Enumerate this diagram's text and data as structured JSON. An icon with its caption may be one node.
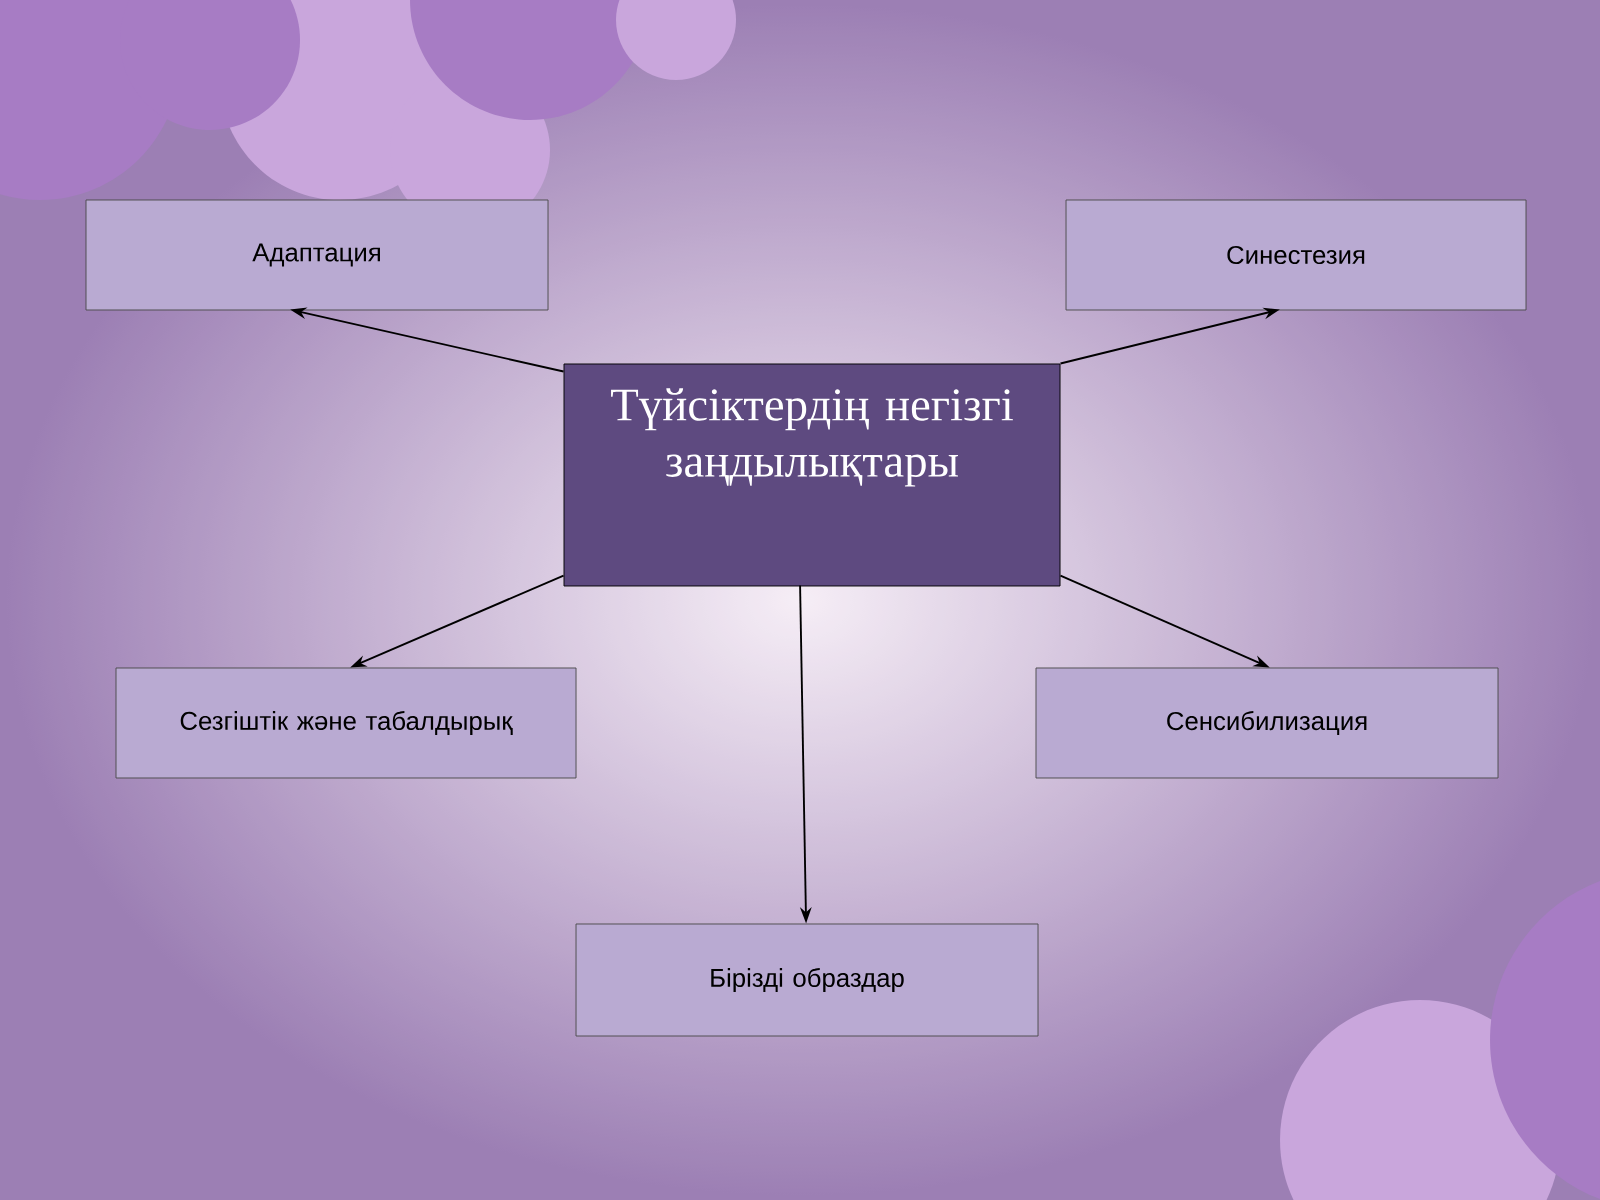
{
  "diagram": {
    "nodes": [
      {
        "text": [
          "Түйсіктердің негізгі заңдылықтары"
        ]
      },
      {
        "text": [
          "Адаптация"
        ]
      },
      {
        "text": [
          "Синестезия"
        ]
      },
      {
        "text": [
          "Сезгіштік және табалдырық"
        ]
      },
      {
        "text": [
          "Сенсибилизация"
        ]
      },
      {
        "text": [
          "Бірізді образдар"
        ]
      }
    ],
    "edges": [
      {
        "from": 0,
        "to": 1,
        "arrow": "to"
      },
      {
        "from": 0,
        "to": 2,
        "arrow": "to"
      },
      {
        "from": 0,
        "to": 3,
        "arrow": "to"
      },
      {
        "from": 0,
        "to": 4,
        "arrow": "to"
      },
      {
        "from": 0,
        "to": 5,
        "arrow": "to"
      }
    ]
  }
}
